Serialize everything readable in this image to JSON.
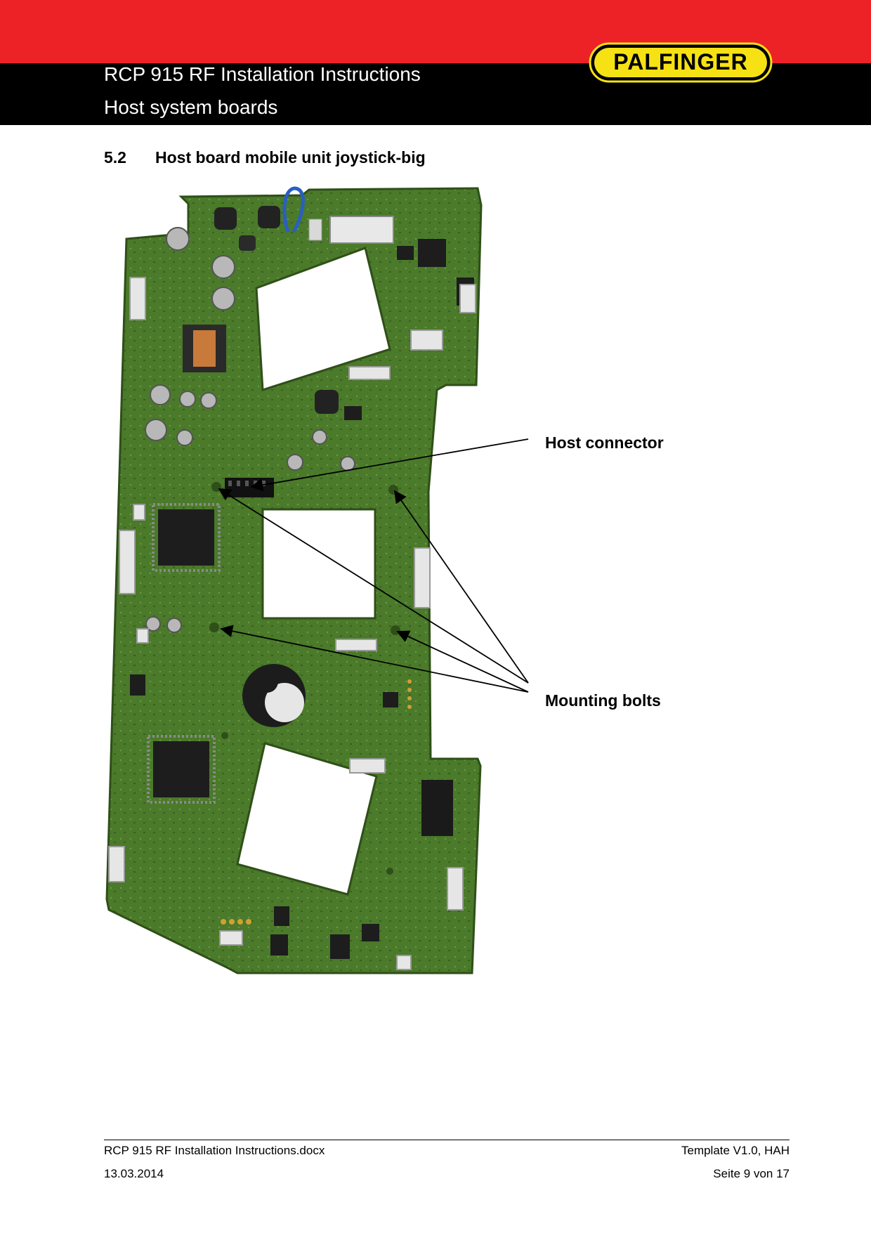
{
  "header": {
    "title": "RCP 915 RF Installation Instructions",
    "subtitle": "Host system boards",
    "logo_text": "PALFINGER",
    "brand_red": "#ec2227",
    "brand_yellow": "#f6e214"
  },
  "section": {
    "number": "5.2",
    "title": "Host board mobile unit joystick-big"
  },
  "figure": {
    "callouts": {
      "host_connector": "Host connector",
      "mounting_bolts": "Mounting bolts"
    },
    "board_color": "#4a7a2a"
  },
  "footer": {
    "filename": "RCP 915 RF Installation Instructions.docx",
    "template": "Template V1.0, HAH",
    "date": "13.03.2014",
    "page": "Seite 9 von 17"
  }
}
